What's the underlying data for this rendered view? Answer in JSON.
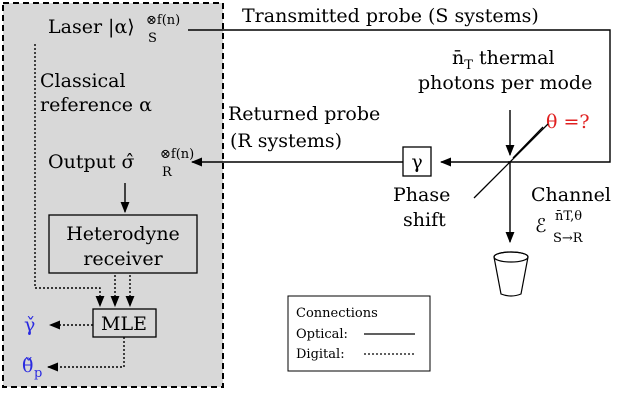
{
  "box": {
    "laser": "Laser |α⟩",
    "laser_sub": "S",
    "laser_sup": "⊗f(n)",
    "classical_1": "Classical",
    "classical_2": "reference α",
    "output": "Output σ̂",
    "output_sub": "R",
    "output_sup": "⊗f(n)",
    "heterodyne_1": "Heterodyne",
    "heterodyne_2": "receiver",
    "mle": "MLE",
    "gamma_est": "γ̌",
    "theta_est": "θ̌",
    "theta_est_sub": "p"
  },
  "channel": {
    "transmitted": "Transmitted probe (S systems)",
    "returned_1": "Returned probe",
    "returned_2": "(R systems)",
    "thermal_1": "n̄",
    "thermal_1_sub": "T",
    "thermal_1_rest": " thermal",
    "thermal_2": "photons per mode",
    "theta_q": "θ =?",
    "phase_box": "γ",
    "phase_1": "Phase",
    "phase_2": "shift",
    "channel_label": "Channel",
    "channel_sym": "ℰ",
    "channel_sup": "n̄T,θ",
    "channel_sub": "S→R"
  },
  "legend": {
    "title": "Connections",
    "optical": "Optical:",
    "digital": "Digital:"
  },
  "colors": {
    "estimate_blue": "#2a2ae0",
    "theta_red": "#e02020",
    "panel_gray": "#d8d8d8"
  }
}
